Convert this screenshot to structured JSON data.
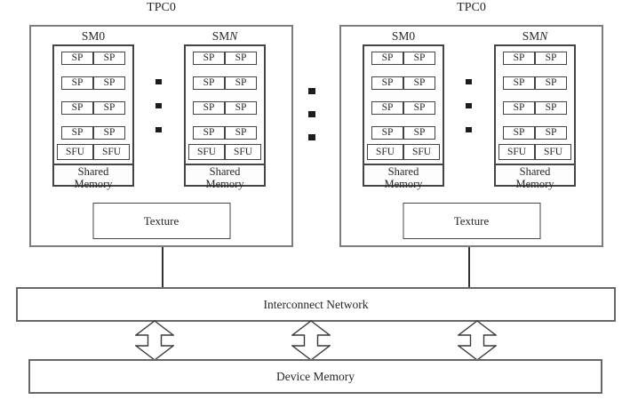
{
  "diagram": {
    "background": "#ffffff",
    "colors": {
      "tpc_border": "#7d7d7d",
      "sm_border": "#454545",
      "bus_border": "#686868",
      "text": "#262626",
      "dot": "#1c1c1c"
    },
    "tpc_left": {
      "title": "TPC0"
    },
    "tpc_right": {
      "title": "TPC0"
    },
    "sm": {
      "first_label": "SM0",
      "last_label_prefix": "SM",
      "last_label_suffix": "N",
      "sp_label": "SP",
      "sfu_label": "SFU",
      "shared_memory_line1": "Shared",
      "shared_memory_line2": "Memory"
    },
    "texture_label": "Texture",
    "interconnect_label": "Interconnect Network",
    "device_memory_label": "Device Memory"
  }
}
